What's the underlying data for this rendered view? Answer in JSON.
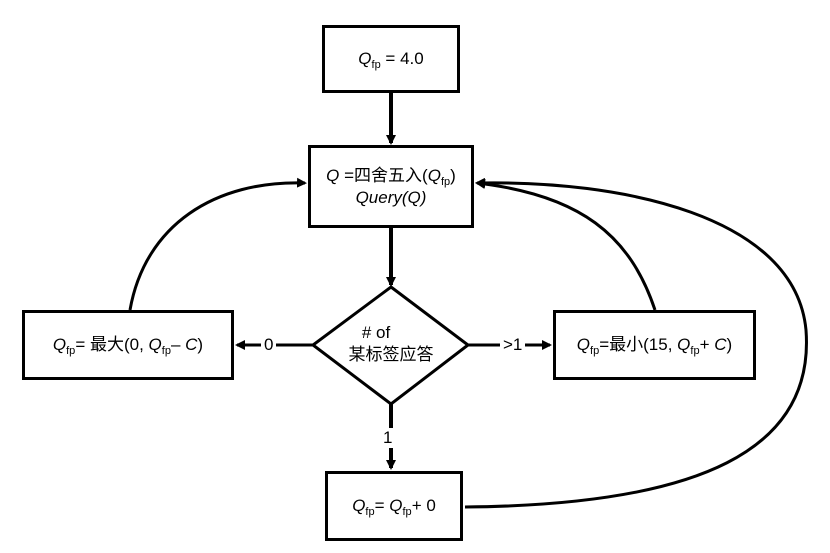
{
  "nodes": {
    "init": {
      "var": "Q",
      "sub": "fp",
      "rest": " = 4.0"
    },
    "query": {
      "line1_var": "Q",
      "line1_mid": " =四舍五入(",
      "line1_arg": "Q",
      "line1_arg_sub": "fp",
      "line1_end": ")",
      "line2_fn": "Query",
      "line2_open": "(",
      "line2_arg": "Q",
      "line2_close": ")"
    },
    "decision": {
      "line1": "# of",
      "line2": "某标签应答"
    },
    "decrease": {
      "var": "Q",
      "sub": "fp",
      "mid": "= 最大(0, ",
      "arg": "Q",
      "arg_sub": "fp",
      "op": "– ",
      "c": "C",
      "end": ")"
    },
    "increase": {
      "var": "Q",
      "sub": "fp",
      "mid": "=最小(15, ",
      "arg": "Q",
      "arg_sub": "fp",
      "op": "+ ",
      "c": "C",
      "end": ")"
    },
    "keep": {
      "var": "Q",
      "sub": "fp",
      "mid": "= ",
      "arg": "Q",
      "arg_sub": "fp",
      "rest": "+ 0"
    }
  },
  "edge_labels": {
    "zero": "0",
    "one": "1",
    "more": ">1"
  }
}
